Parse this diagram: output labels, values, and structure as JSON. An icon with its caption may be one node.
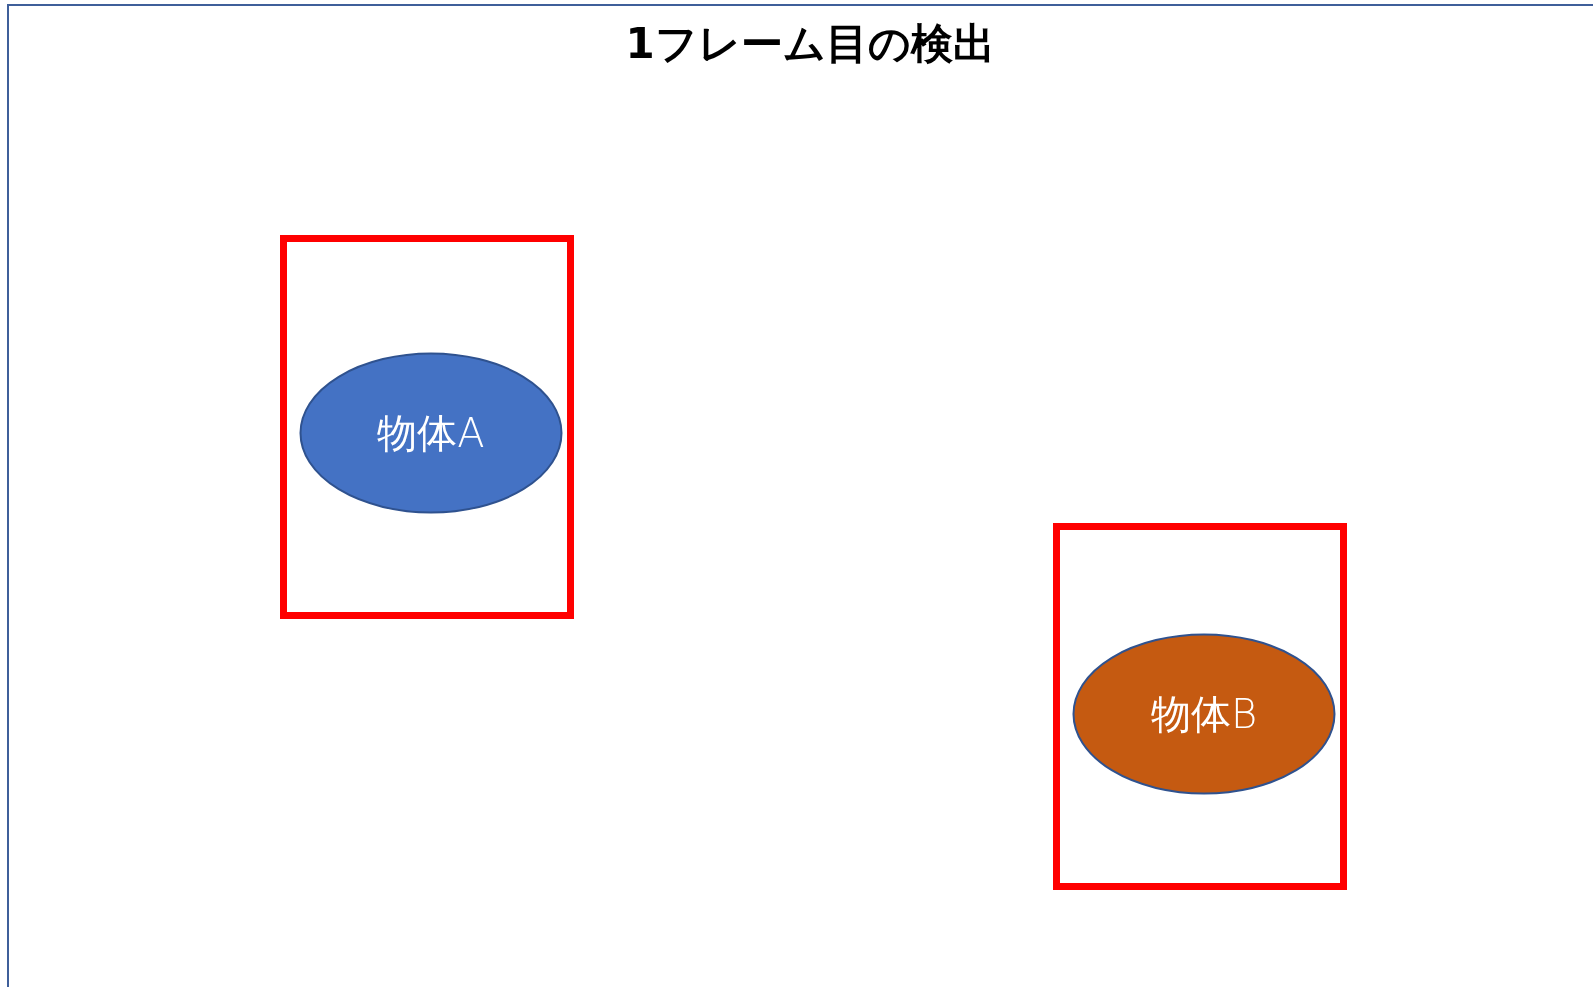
{
  "diagram": {
    "title": "1フレーム目の検出",
    "nodes": [
      {
        "text": [],
        "shape": "box"
      },
      {
        "text": [
          "物体A"
        ],
        "in": 0
      },
      {
        "text": [],
        "shape": "box"
      },
      {
        "text": [
          "物体B"
        ],
        "in": 2
      }
    ]
  }
}
